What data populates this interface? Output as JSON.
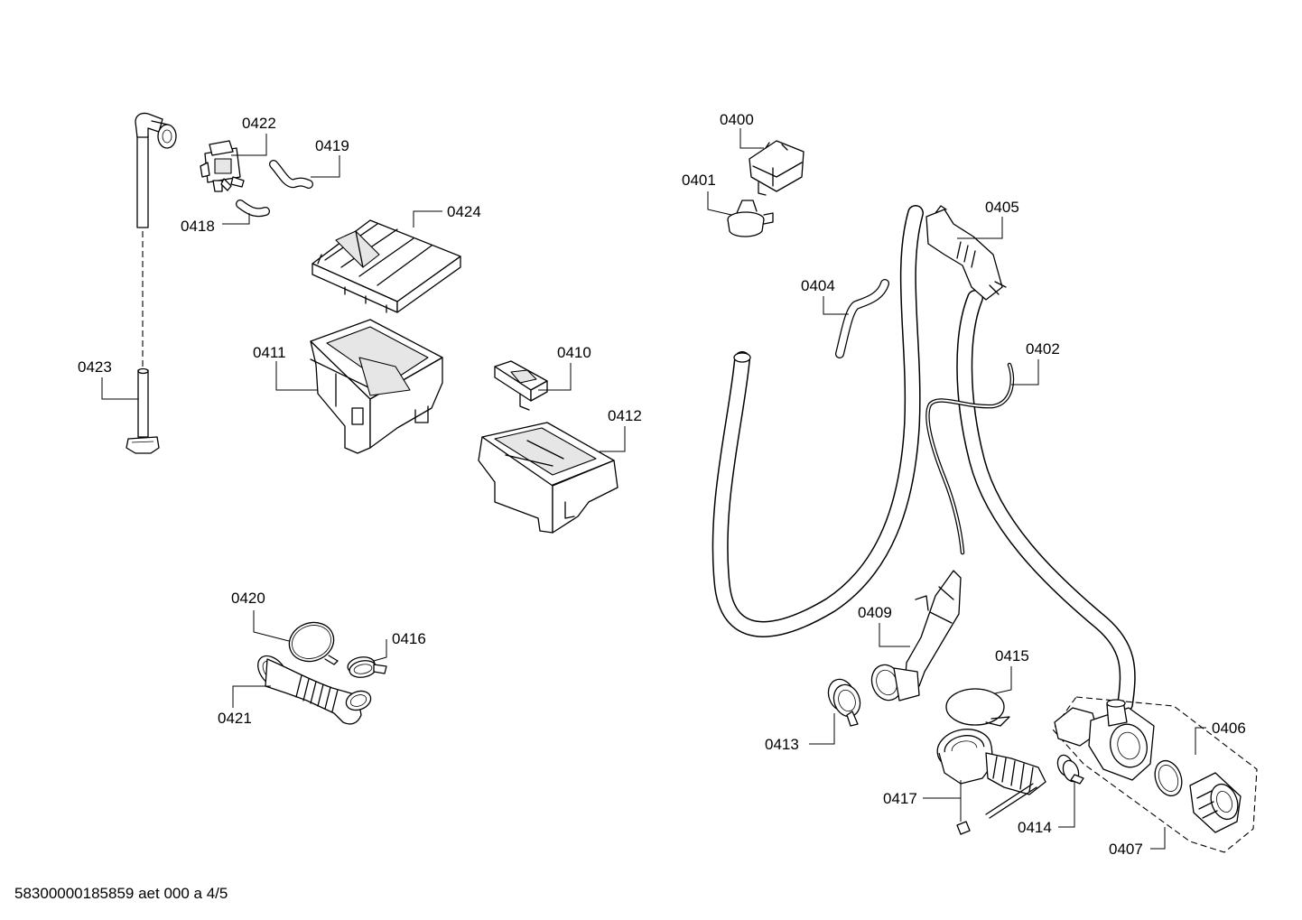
{
  "diagram": {
    "footer_text": "58300000185859 aet 000 a 4/5",
    "parts": [
      {
        "id": "p0400",
        "number": "0400"
      },
      {
        "id": "p0401",
        "number": "0401"
      },
      {
        "id": "p0402",
        "number": "0402"
      },
      {
        "id": "p0404",
        "number": "0404"
      },
      {
        "id": "p0405",
        "number": "0405"
      },
      {
        "id": "p0406",
        "number": "0406"
      },
      {
        "id": "p0407",
        "number": "0407"
      },
      {
        "id": "p0409",
        "number": "0409"
      },
      {
        "id": "p0410",
        "number": "0410"
      },
      {
        "id": "p0411",
        "number": "0411"
      },
      {
        "id": "p0412",
        "number": "0412"
      },
      {
        "id": "p0413",
        "number": "0413"
      },
      {
        "id": "p0414",
        "number": "0414"
      },
      {
        "id": "p0415",
        "number": "0415"
      },
      {
        "id": "p0416",
        "number": "0416"
      },
      {
        "id": "p0417",
        "number": "0417"
      },
      {
        "id": "p0418",
        "number": "0418"
      },
      {
        "id": "p0419",
        "number": "0419"
      },
      {
        "id": "p0420",
        "number": "0420"
      },
      {
        "id": "p0421",
        "number": "0421"
      },
      {
        "id": "p0422",
        "number": "0422"
      },
      {
        "id": "p0423",
        "number": "0423"
      },
      {
        "id": "p0424",
        "number": "0424"
      }
    ]
  }
}
